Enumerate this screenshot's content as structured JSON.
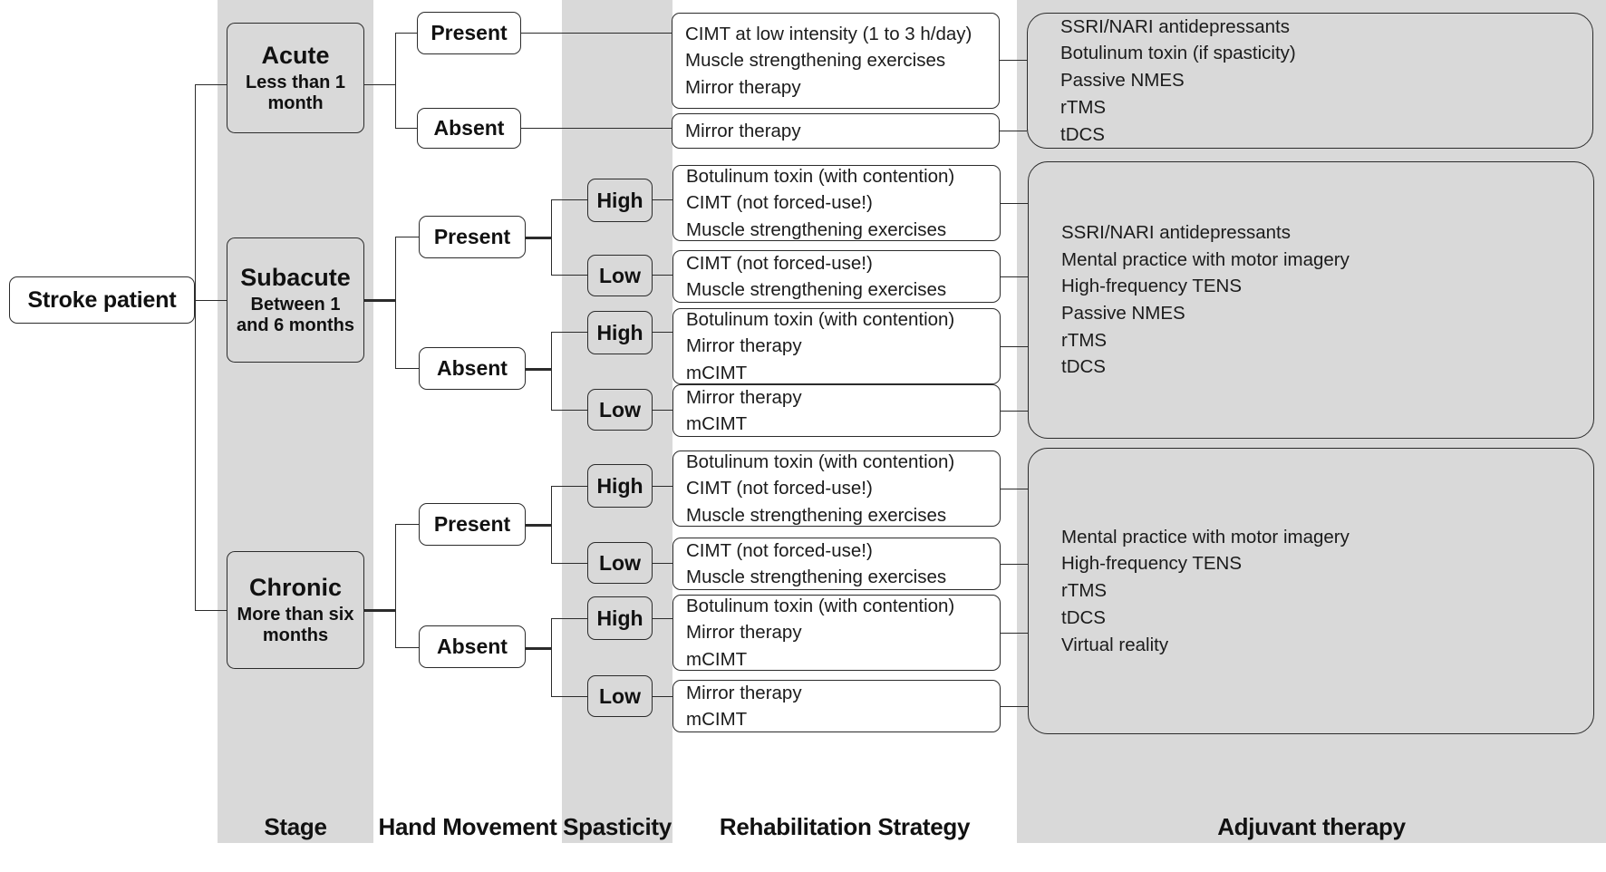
{
  "diagram": {
    "root": {
      "label": "Stroke patient"
    },
    "column_captions": [
      {
        "key": "stage",
        "label": "Stage"
      },
      {
        "key": "hand_movement",
        "label": "Hand Movement"
      },
      {
        "key": "spasticity",
        "label": "Spasticity"
      },
      {
        "key": "rehabilitation_strategy",
        "label": "Rehabilitation Strategy"
      },
      {
        "key": "adjuvant_therapy",
        "label": "Adjuvant therapy"
      }
    ],
    "stages": [
      {
        "id": "acute",
        "title": "Acute",
        "subtitle": "Less than 1 month"
      },
      {
        "id": "subacute",
        "title": "Subacute",
        "subtitle": "Between 1 and 6 months"
      },
      {
        "id": "chronic",
        "title": "Chronic",
        "subtitle": "More than six months"
      }
    ],
    "hand_movement": {
      "present": "Present",
      "absent": "Absent"
    },
    "spasticity": {
      "high": "High",
      "low": "Low"
    },
    "rehab": {
      "acute_present": [
        "CIMT at low intensity (1 to 3 h/day)",
        "Muscle strengthening exercises",
        "Mirror therapy"
      ],
      "acute_absent": [
        "Mirror therapy"
      ],
      "subacute_present_high": [
        "Botulinum toxin (with contention)",
        "CIMT (not forced-use!)",
        "Muscle strengthening exercises"
      ],
      "subacute_present_low": [
        "CIMT (not forced-use!)",
        "Muscle strengthening exercises"
      ],
      "subacute_absent_high": [
        "Botulinum toxin (with contention)",
        "Mirror therapy",
        "mCIMT"
      ],
      "subacute_absent_low": [
        "Mirror therapy",
        "mCIMT"
      ],
      "chronic_present_high": [
        "Botulinum toxin (with contention)",
        "CIMT (not forced-use!)",
        "Muscle strengthening exercises"
      ],
      "chronic_present_low": [
        "CIMT (not forced-use!)",
        "Muscle strengthening exercises"
      ],
      "chronic_absent_high": [
        "Botulinum toxin (with contention)",
        "Mirror therapy",
        "mCIMT"
      ],
      "chronic_absent_low": [
        "Mirror therapy",
        "mCIMT"
      ]
    },
    "adjuvant": {
      "acute": [
        "SSRI/NARI antidepressants",
        "Botulinum toxin (if spasticity)",
        "Passive NMES",
        "rTMS",
        "tDCS"
      ],
      "subacute": [
        "SSRI/NARI antidepressants",
        "Mental practice with motor imagery",
        "High-frequency TENS",
        "Passive NMES",
        "rTMS",
        "tDCS"
      ],
      "chronic": [
        "Mental practice with motor imagery",
        "High-frequency TENS",
        "rTMS",
        "tDCS",
        "Virtual reality"
      ]
    },
    "colors": {
      "band": "#d9d9d9",
      "node_fill": "#ffffff",
      "node_fill_grey": "#d9d9d9",
      "stroke": "#2b2b2b",
      "text": "#111111"
    }
  }
}
